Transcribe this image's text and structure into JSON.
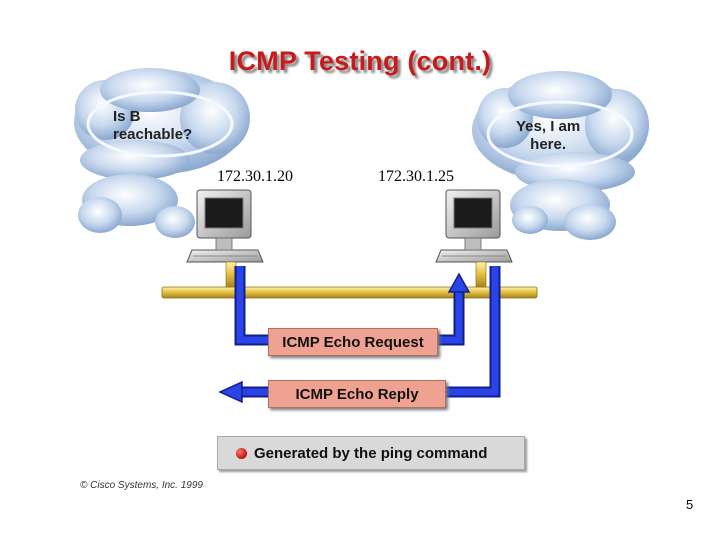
{
  "slide": {
    "title": "ICMP Testing (cont.)",
    "left_cloud_text": [
      "Is B",
      "reachable?"
    ],
    "right_cloud_text": [
      "Yes, I am",
      "here."
    ],
    "host_a_ip": "172.30.1.20",
    "host_b_ip": "172.30.1.25",
    "echo_request_label": "ICMP Echo Request",
    "echo_reply_label": "ICMP Echo Reply",
    "note_text": "Generated by the ping command",
    "copyright": "© Cisco Systems, Inc. 1999",
    "page_number": "5"
  },
  "colors": {
    "title": "#c8191b",
    "arrow_blue": "#1a2fd0",
    "network_bar": "#e3c24a",
    "label_fill": "#f0a292",
    "cloud": "#b9cde6"
  }
}
